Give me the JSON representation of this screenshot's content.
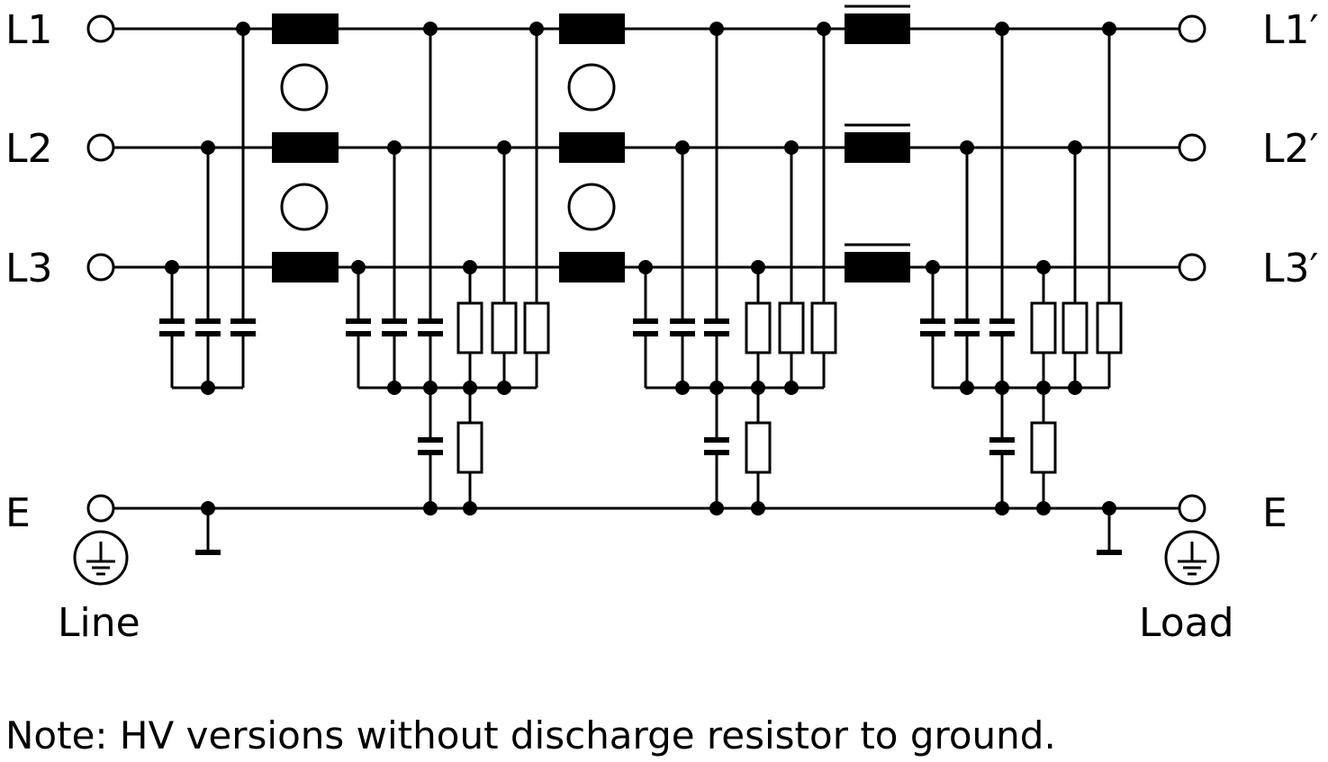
{
  "terminals": {
    "line_l1": "L1",
    "line_l2": "L2",
    "line_l3": "L3",
    "line_e": "E",
    "load_l1": "L1′",
    "load_l2": "L2′",
    "load_l3": "L3′",
    "load_e": "E"
  },
  "sides": {
    "line": "Line",
    "load": "Load"
  },
  "note": "Note: HV versions without discharge resistor to ground."
}
